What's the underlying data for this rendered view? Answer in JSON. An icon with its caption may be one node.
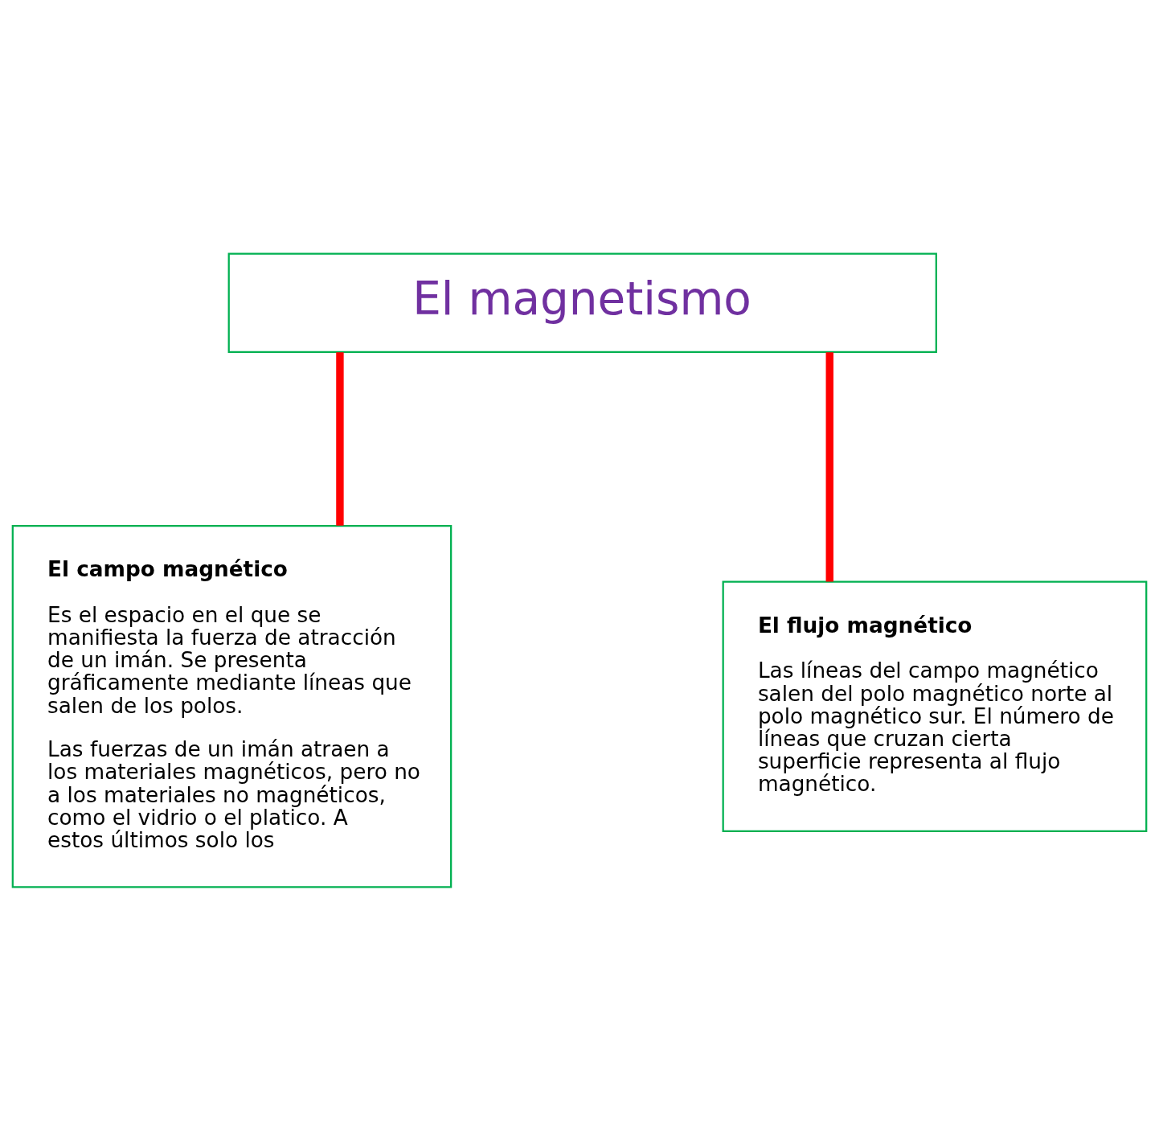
{
  "diagram": {
    "nodes": [
      {
        "text": [
          "El magnetismo"
        ]
      },
      {
        "text": [
          "El campo magnético",
          "Es el espacio en el que se manifiesta la fuerza de atracción de un imán. Se presenta gráficamente mediante líneas que salen de los polos.",
          "Las fuerzas de un imán atraen a los materiales magnéticos, pero no a los materiales no magnéticos, como el vidrio o el platico. A estos últimos solo los"
        ]
      },
      {
        "text": [
          "El flujo magnético",
          "Las líneas del campo magnético salen del polo magnético norte al polo magnético sur. El número de líneas que cruzan cierta superficie representa al flujo magnético."
        ]
      }
    ],
    "edges": [
      {
        "from": 0,
        "to": 1,
        "arrow": "none"
      },
      {
        "from": 0,
        "to": 2,
        "arrow": "none"
      }
    ]
  }
}
